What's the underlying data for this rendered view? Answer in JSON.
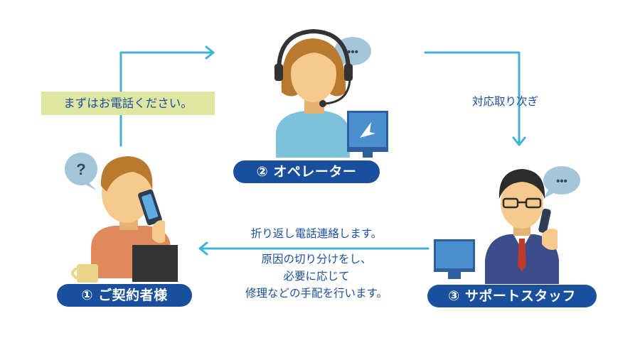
{
  "colors": {
    "navy": "#1a4f9e",
    "arrow": "#3fb2d5",
    "callout": "#dfe6a1",
    "bubble": "#a5c6d8",
    "skin": "#f6c98d",
    "hair_brown": "#b77a2f",
    "shirt_orange": "#e08a5c",
    "shirt_blue": "#7cc1dc",
    "suit": "#3b4e8a",
    "monitor": "#2d5f9e"
  },
  "roles": {
    "customer": "① ご契約者様",
    "operator": "② オペレーター",
    "staff": "③ サポートスタッフ"
  },
  "callout": "まずはお電話ください。",
  "transfer": "対応取り次ぎ",
  "callback": "折り返し電話連絡します。",
  "details": [
    "原因の切り分けをし、",
    "必要に応じて",
    "修理などの手配を行います。"
  ],
  "bubbles": {
    "customer": "?",
    "operator": "•••",
    "staff": "•••"
  }
}
